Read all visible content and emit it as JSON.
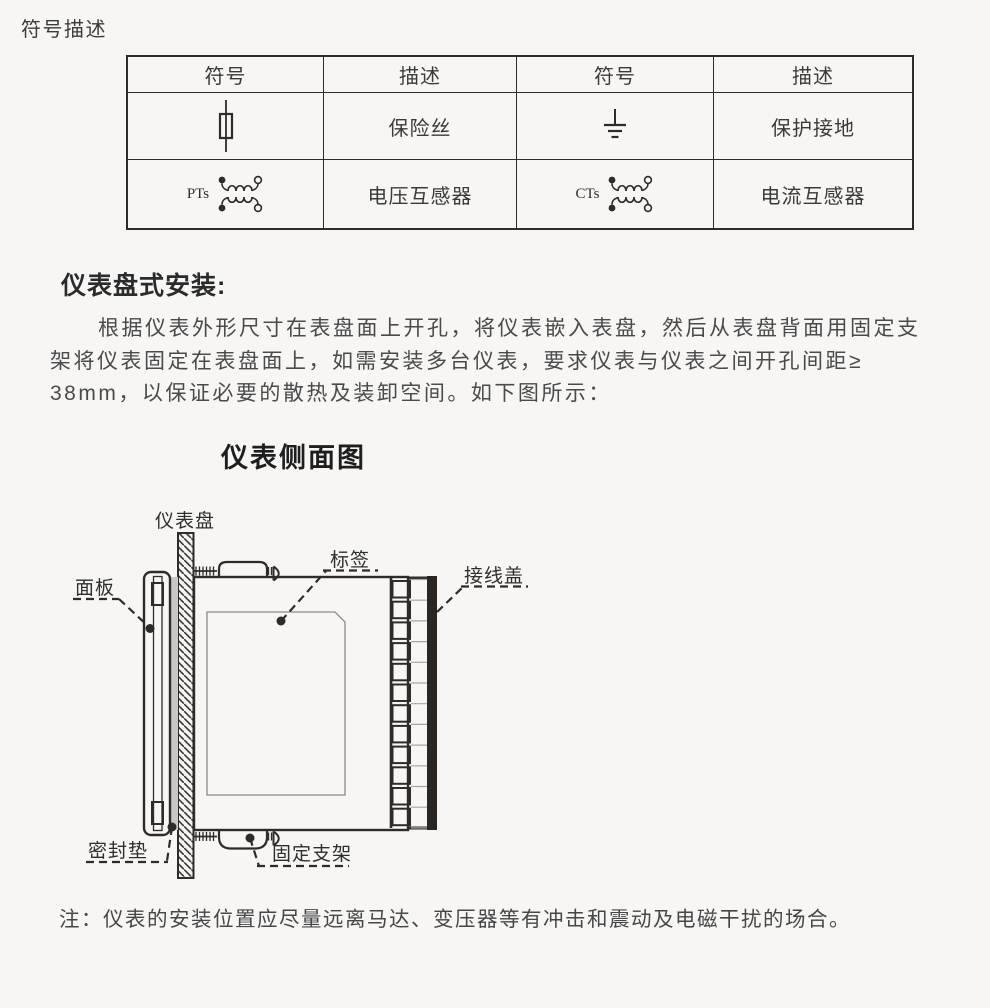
{
  "page": {
    "section_label": "符号描述",
    "note": "注：仪表的安装位置应尽量远离马达、变压器等有冲击和震动及电磁干扰的场合。",
    "colors": {
      "background": "#f7f6f4",
      "ink": "#2f2b28",
      "gasket_gray": "#c9c7c3"
    }
  },
  "symbol_table": {
    "headers": [
      "符号",
      "描述",
      "符号",
      "描述"
    ],
    "row1": {
      "symbol1_icon": "fuse-icon",
      "desc1": "保险丝",
      "symbol2_icon": "protective-earth-icon",
      "desc2": "保护接地"
    },
    "row2": {
      "label1": "PTs",
      "symbol1_icon": "voltage-transformer-icon",
      "desc1": "电压互感器",
      "label2": "CTs",
      "symbol2_icon": "current-transformer-icon",
      "desc2": "电流互感器"
    }
  },
  "install_section": {
    "heading": "仪表盘式安装:",
    "paragraph_lines": [
      "根据仪表外形尺寸在表盘面上开孔，将仪表嵌入表盘，然后从表盘背面用固定支",
      "架将仪表固定在表盘面上，如需安装多台仪表，要求仪表与仪表之间开孔间距≥",
      "38mm，以保证必要的散热及装卸空间。如下图所示："
    ]
  },
  "diagram": {
    "title": "仪表侧面图",
    "labels": {
      "panel_board": "仪表盘",
      "front_panel": "面板",
      "sticker": "标签",
      "terminal_cover": "接线盖",
      "gasket": "密封垫",
      "bracket": "固定支架"
    }
  }
}
